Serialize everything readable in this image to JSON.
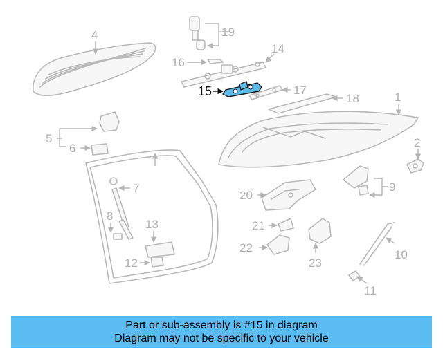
{
  "callouts": {
    "c1": "1",
    "c2": "2",
    "c4": "4",
    "c5": "5",
    "c6": "6",
    "c7": "7",
    "c8": "8",
    "c9": "9",
    "c10": "10",
    "c11": "11",
    "c12": "12",
    "c13": "13",
    "c14": "14",
    "c15": "15",
    "c16": "16",
    "c17": "17",
    "c18": "18",
    "c19": "19",
    "c20": "20",
    "c21": "21",
    "c22": "22",
    "c23": "23"
  },
  "highlighted_part": "15",
  "banner": {
    "line1": "Part or sub-assembly is #15 in diagram",
    "line2": "Diagram may not be specific to your vehicle"
  },
  "colors": {
    "highlight": "#5bbcec",
    "banner_background": "#5bbcf2",
    "part_outline": "#b9b9b9"
  }
}
